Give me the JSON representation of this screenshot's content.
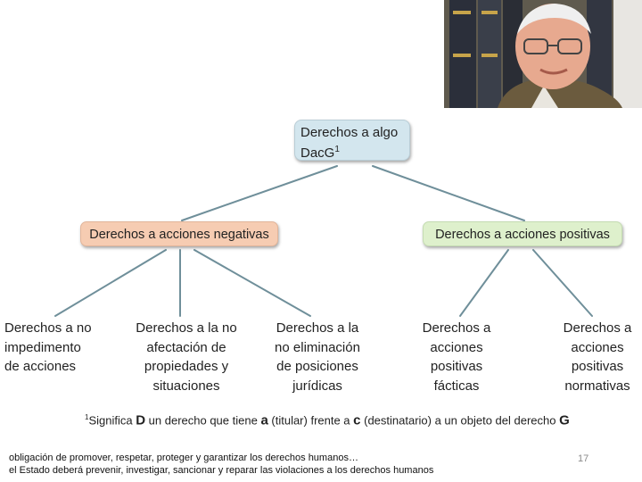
{
  "diagram": {
    "root": {
      "line1": "Derechos a algo",
      "line2": "DacG",
      "sup": "1"
    },
    "categories": {
      "negative": "Derechos a acciones negativas",
      "positive": "Derechos a acciones positivas"
    },
    "leaves": [
      "Derechos a no\nimpedimento\nde acciones",
      "Derechos a la no\nafectación de\npropiedades y\nsituaciones",
      "Derechos a la\nno eliminación\nde posiciones\njurídicas",
      "Derechos a\nacciones\npositivas\nfácticas",
      "Derechos a\nacciones\npositivas\nnormativas"
    ]
  },
  "footnote": {
    "sup": "1",
    "p1": "Significa ",
    "D": "D",
    "p2": " un derecho que tiene ",
    "a": "a",
    "p3": " (titular) frente a ",
    "c": "c",
    "p4": " (destinatario) a un objeto del derecho ",
    "G": "G"
  },
  "notes": {
    "line1": "obligación de promover, respetar, proteger y garantizar los derechos humanos…",
    "line2": "el Estado deberá prevenir, investigar, sancionar y reparar las violaciones a los derechos humanos"
  },
  "page_number": "17",
  "colors": {
    "root_fill": "#d3e6ee",
    "negative_fill": "#f6ccb2",
    "positive_fill": "#def0cc",
    "connector": "#6f8f9a"
  }
}
